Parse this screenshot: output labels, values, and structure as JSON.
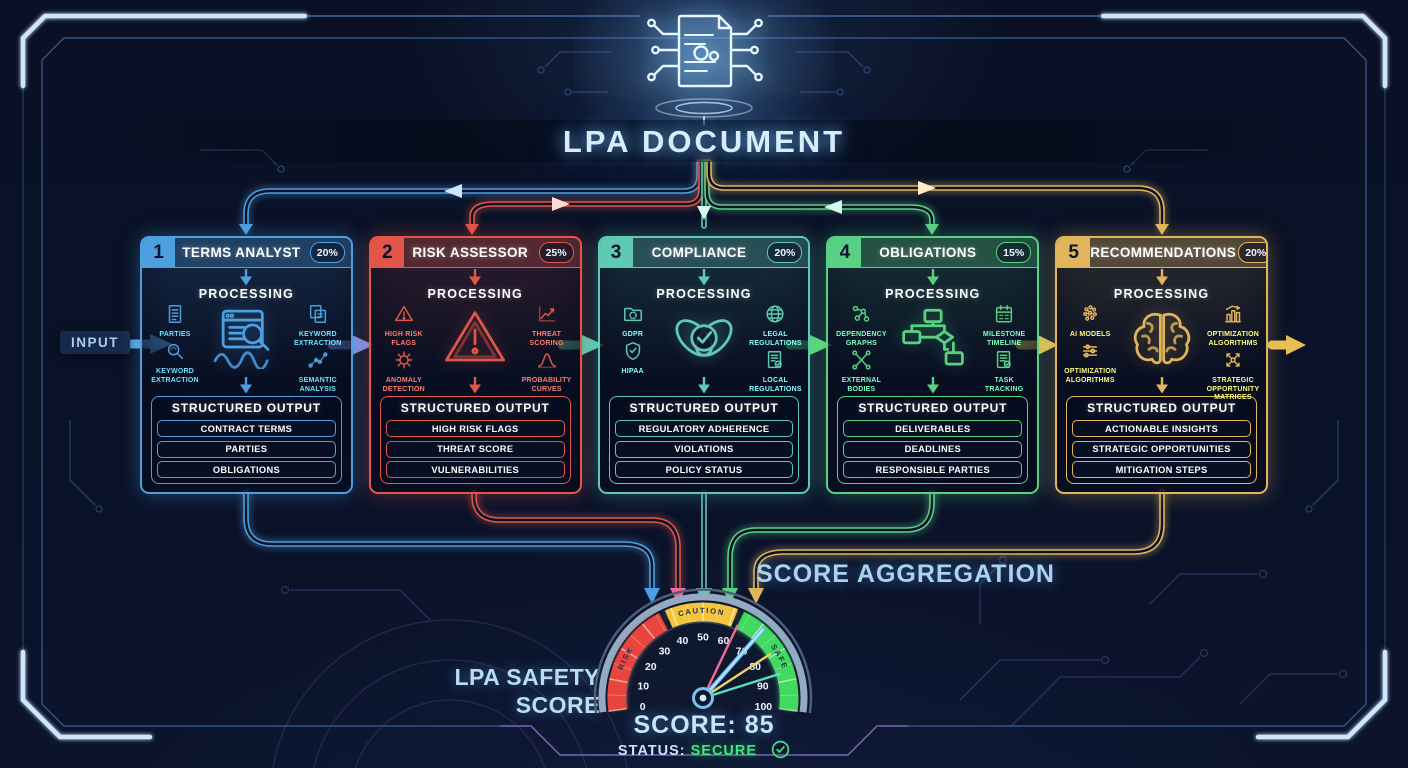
{
  "title": "LPA DOCUMENT",
  "input_label": "INPUT",
  "aggregation_label": "SCORE AGGREGATION",
  "card_labels": {
    "processing": "PROCESSING",
    "structured_output": "STRUCTURED OUTPUT"
  },
  "agents": [
    {
      "number": "1",
      "title": "TERMS ANALYST",
      "weight": "20%",
      "color": "#4d9fe0",
      "left_items": [
        {
          "label": "PARTIES",
          "icon": "document-list-icon"
        },
        {
          "label": "KEYWORD EXTRACTION",
          "icon": "magnifier-icon"
        }
      ],
      "right_items": [
        {
          "label": "KEYWORD EXTRACTION",
          "icon": "documents-icon"
        },
        {
          "label": "SEMANTIC ANALYSIS",
          "icon": "scatter-chart-icon"
        }
      ],
      "center_icon": "document-scan-icon",
      "outputs": [
        "CONTRACT TERMS",
        "PARTIES",
        "OBLIGATIONS"
      ]
    },
    {
      "number": "2",
      "title": "RISK ASSESSOR",
      "weight": "25%",
      "color": "#e2564a",
      "left_items": [
        {
          "label": "HIGH RISK FLAGS",
          "icon": "warning-triangle-icon"
        },
        {
          "label": "ANOMALY DETECTION",
          "icon": "anomaly-icon"
        }
      ],
      "right_items": [
        {
          "label": "THREAT SCORING",
          "icon": "trend-chart-icon"
        },
        {
          "label": "PROBABILITY CURVES",
          "icon": "bell-curve-icon"
        }
      ],
      "center_icon": "alert-triangle-icon",
      "outputs": [
        "HIGH RISK FLAGS",
        "THREAT SCORE",
        "VULNERABILITIES"
      ]
    },
    {
      "number": "3",
      "title": "COMPLIANCE",
      "weight": "20%",
      "color": "#5fc9b4",
      "left_items": [
        {
          "label": "GDPR",
          "icon": "folder-stars-icon"
        },
        {
          "label": "HIPAA",
          "icon": "shield-check-icon"
        }
      ],
      "right_items": [
        {
          "label": "LEGAL REGULATIONS",
          "icon": "globe-icon"
        },
        {
          "label": "LOCAL REGULATIONS",
          "icon": "document-seal-icon"
        }
      ],
      "center_icon": "interlocked-check-icon",
      "outputs": [
        "REGULATORY ADHERENCE",
        "VIOLATIONS",
        "POLICY STATUS"
      ]
    },
    {
      "number": "4",
      "title": "OBLIGATIONS",
      "weight": "15%",
      "color": "#59d184",
      "left_items": [
        {
          "label": "DEPENDENCY GRAPHS",
          "icon": "node-graph-icon"
        },
        {
          "label": "EXTERNAL BODIES",
          "icon": "crossed-tools-icon"
        }
      ],
      "right_items": [
        {
          "label": "MILESTONE TIMELINE",
          "icon": "calendar-icon"
        },
        {
          "label": "TASK TRACKING",
          "icon": "task-doc-icon"
        }
      ],
      "center_icon": "flowchart-icon",
      "outputs": [
        "DELIVERABLES",
        "DEADLINES",
        "RESPONSIBLE PARTIES"
      ]
    },
    {
      "number": "5",
      "title": "RECOMMENDATIONS",
      "weight": "20%",
      "color": "#e0b55b",
      "left_items": [
        {
          "label": "AI MODELS",
          "icon": "neural-cluster-icon"
        },
        {
          "label": "OPTIMIZATION ALGORITHMS",
          "icon": "optimizer-icon"
        }
      ],
      "right_items": [
        {
          "label": "OPTIMIZATION ALGORITHMS",
          "icon": "bar-chart-up-icon"
        },
        {
          "label": "STRATEGIC OPPORTUNITY MATRICES",
          "icon": "strategy-matrix-icon"
        }
      ],
      "center_icon": "brain-icon",
      "outputs": [
        "ACTIONABLE INSIGHTS",
        "STRATEGIC OPPORTUNITIES",
        "MITIGATION STEPS"
      ]
    }
  ],
  "gauge": {
    "title_line1": "LPA SAFETY",
    "title_line2": "SCORE",
    "min": 0,
    "max": 100,
    "ticks": [
      0,
      10,
      20,
      30,
      40,
      50,
      60,
      70,
      80,
      90,
      100
    ],
    "bands": [
      {
        "label": "RISK",
        "from": 0,
        "to": 36,
        "color": "#e8463c"
      },
      {
        "label": "CAUTION",
        "from": 38,
        "to": 61,
        "color": "#f2c53d"
      },
      {
        "label": "SAFE",
        "from": 63,
        "to": 100,
        "color": "#41d95e"
      }
    ],
    "needles": [
      {
        "value": 63,
        "color": "#f06a9a",
        "main": false
      },
      {
        "value": 71,
        "color": "#6ac4f8",
        "main": true
      },
      {
        "value": 79,
        "color": "#ead26a",
        "main": false
      },
      {
        "value": 87,
        "color": "#55e0c0",
        "main": false
      }
    ],
    "score_label": "SCORE:",
    "score_value": "85",
    "status_label": "STATUS:",
    "status_value": "SECURE"
  }
}
